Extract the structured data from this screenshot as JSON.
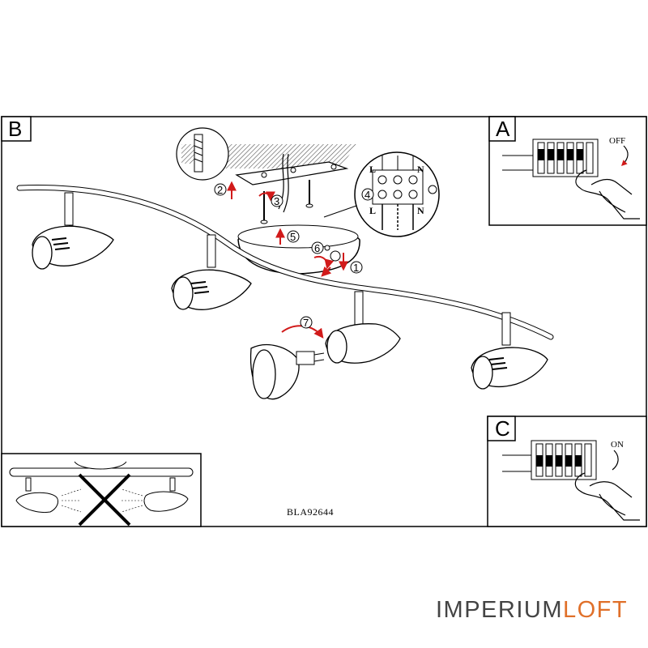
{
  "panels": {
    "main_label": "B",
    "switch_off_label": "A",
    "switch_on_label": "C"
  },
  "switch_states": {
    "off": "OFF",
    "on": "ON"
  },
  "steps": [
    "1",
    "2",
    "3",
    "4",
    "5",
    "6",
    "7"
  ],
  "terminal_labels": {
    "top": [
      "L",
      "N"
    ],
    "bottom": [
      "L",
      "N"
    ]
  },
  "model_code": "BLA92644",
  "watermark": {
    "part1": "IMPERIUM",
    "part2": "LOFT",
    "color1": "#444444",
    "color2": "#e0702a"
  },
  "colors": {
    "line": "#000000",
    "arrow": "#d11a1a",
    "ceiling_hatch": "#555555"
  }
}
